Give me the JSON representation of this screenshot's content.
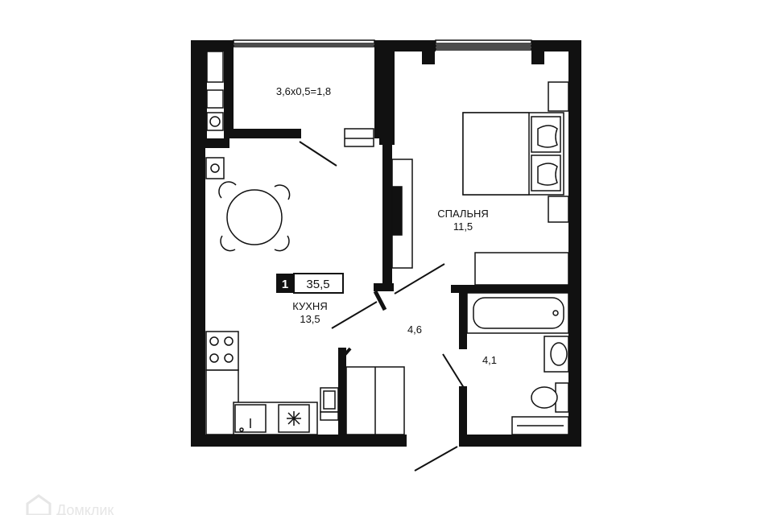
{
  "plan": {
    "rooms_count": "1",
    "total_area": "35,5",
    "balcony": {
      "area_label": "3,6x0,5=1,8"
    },
    "kitchen": {
      "name": "КУХНЯ",
      "area": "13,5"
    },
    "bedroom": {
      "name": "СПАЛЬНЯ",
      "area": "11,5"
    },
    "hall": {
      "area": "4,6"
    },
    "bathroom": {
      "area": "4,1"
    }
  },
  "watermark": {
    "text": "Домклик"
  },
  "colors": {
    "wall": "#111111",
    "line": "#333333",
    "fixture_fill": "#ffffff"
  },
  "icons": [
    "stove-icon",
    "sink-icon",
    "washing-machine-icon",
    "bathtub-icon",
    "toilet-icon",
    "bed-icon",
    "table-icon",
    "door-icon",
    "window-icon"
  ]
}
